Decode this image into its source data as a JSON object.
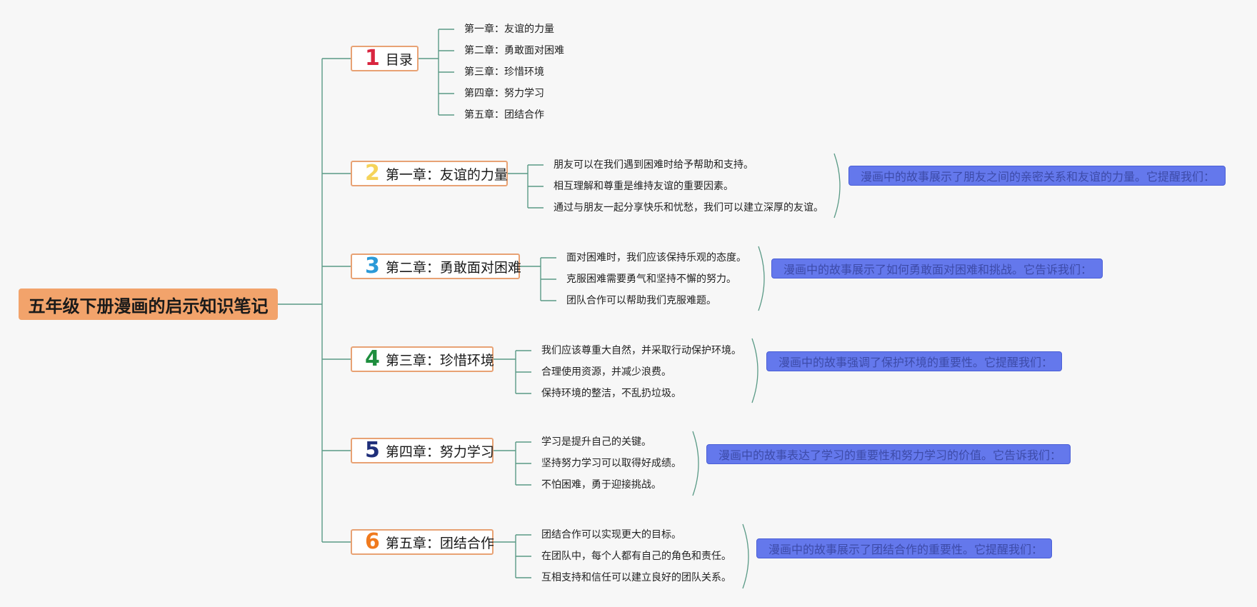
{
  "root": {
    "title": "五年级下册漫画的启示知识笔记"
  },
  "colors": {
    "root_fill": "#f2a36b",
    "branch_border": "#e8a274",
    "connector": "#5a9a86",
    "summary_fill": "#6478ec"
  },
  "branches": [
    {
      "num": "1",
      "num_color": "#d9253f",
      "label": "目录",
      "items": [
        "第一章：友谊的力量",
        "第二章：勇敢面对困难",
        "第三章：珍惜环境",
        "第四章：努力学习",
        "第五章：团结合作"
      ],
      "summary": ""
    },
    {
      "num": "2",
      "num_color": "#f5d35a",
      "label": "第一章：友谊的力量",
      "items": [
        "朋友可以在我们遇到困难时给予帮助和支持。",
        "相互理解和尊重是维持友谊的重要因素。",
        "通过与朋友一起分享快乐和忧愁，我们可以建立深厚的友谊。"
      ],
      "summary": "漫画中的故事展示了朋友之间的亲密关系和友谊的力量。它提醒我们："
    },
    {
      "num": "3",
      "num_color": "#2b9ad8",
      "label": "第二章：勇敢面对困难",
      "items": [
        "面对困难时，我们应该保持乐观的态度。",
        "克服困难需要勇气和坚持不懈的努力。",
        "团队合作可以帮助我们克服难题。"
      ],
      "summary": "漫画中的故事展示了如何勇敢面对困难和挑战。它告诉我们："
    },
    {
      "num": "4",
      "num_color": "#1e8e3e",
      "label": "第三章：珍惜环境",
      "items": [
        "我们应该尊重大自然，并采取行动保护环境。",
        "合理使用资源，并减少浪费。",
        "保持环境的整洁，不乱扔垃圾。"
      ],
      "summary": "漫画中的故事强调了保护环境的重要性。它提醒我们："
    },
    {
      "num": "5",
      "num_color": "#1f2f7a",
      "label": "第四章：努力学习",
      "items": [
        "学习是提升自己的关键。",
        "坚持努力学习可以取得好成绩。",
        "不怕困难，勇于迎接挑战。"
      ],
      "summary": "漫画中的故事表达了学习的重要性和努力学习的价值。它告诉我们："
    },
    {
      "num": "6",
      "num_color": "#f07a1e",
      "label": "第五章：团结合作",
      "items": [
        "团结合作可以实现更大的目标。",
        "在团队中，每个人都有自己的角色和责任。",
        "互相支持和信任可以建立良好的团队关系。"
      ],
      "summary": "漫画中的故事展示了团结合作的重要性。它提醒我们："
    }
  ]
}
